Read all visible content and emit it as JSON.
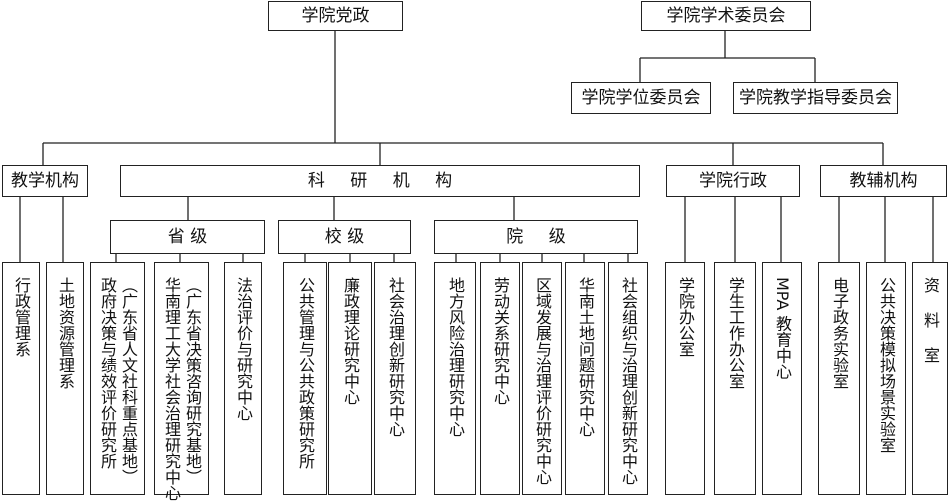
{
  "top": {
    "party": "学院党政",
    "academic_committee": "学院学术委员会",
    "degree_committee": "学院学位委员会",
    "teaching_committee": "学院教学指导委员会"
  },
  "categories": {
    "teaching": "教学机构",
    "research": "科 研 机 构",
    "admin": "学院行政",
    "auxiliary": "教辅机构"
  },
  "levels": {
    "provincial": "省 级",
    "university": "校 级",
    "college": "院 级"
  },
  "units": {
    "teaching": [
      "行政管理系",
      "土地资源管理系"
    ],
    "provincial": [
      [
        "政府决策与绩效评价研究所",
        "（广东省人文社科重点基地）"
      ],
      [
        "华南理工大学社会治理研究中心",
        "（广东省决策咨询研究基地）"
      ],
      [
        "法治评价与研究中心"
      ]
    ],
    "university": [
      "公共管理与公共政策研究所",
      "廉政理论研究中心",
      "社会治理创新研究中心"
    ],
    "college": [
      "地方风险治理研究中心",
      "劳动关系研究中心",
      "区域发展与治理评价研究中心",
      "华南土地问题研究中心",
      "社会组织与治理创新研究中心"
    ],
    "admin": [
      "学院办公室",
      "学生工作办公室",
      "MPA 教育中心"
    ],
    "auxiliary": [
      "电子政务实验室",
      "公共决策模拟场景实验室",
      "资 料 室"
    ]
  }
}
